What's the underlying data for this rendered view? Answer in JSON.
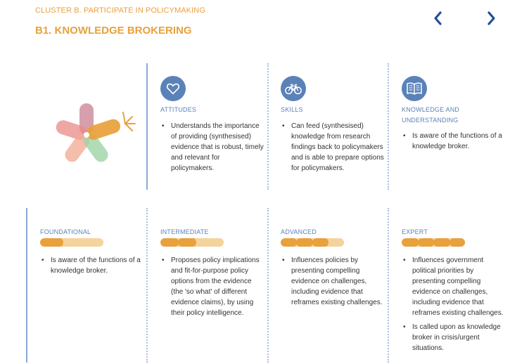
{
  "header": {
    "cluster": "CLUSTER B. PARTICIPATE IN POLICYMAKING",
    "title": "B1. KNOWLEDGE BROKERING"
  },
  "nav": {
    "prev_icon": "chevron-left-icon",
    "next_icon": "chevron-right-icon"
  },
  "colors": {
    "accent": "#e8a13c",
    "blue": "#5b82b8",
    "bar_light": "#f5d39c"
  },
  "categories": [
    {
      "icon": "heart-icon",
      "label": "ATTITUDES",
      "bullets": [
        "Understands the importance of providing (synthesised) evidence that is robust, timely and relevant for policymakers."
      ]
    },
    {
      "icon": "bicycle-icon",
      "label": "SKILLS",
      "bullets": [
        "Can feed (synthesised) knowledge from research findings back to policymakers and is able to prepare options for policymakers."
      ]
    },
    {
      "icon": "book-icon",
      "label": "KNOWLEDGE AND UNDERSTANDING",
      "bullets": [
        "Is aware of the functions of a knowledge broker."
      ]
    }
  ],
  "levels": [
    {
      "label": "FOUNDATIONAL",
      "filled_segments": 1,
      "total_segments": 4,
      "bullets": [
        "Is aware of the functions of a knowledge broker."
      ]
    },
    {
      "label": "INTERMEDIATE",
      "filled_segments": 2,
      "total_segments": 4,
      "bullets": [
        "Proposes policy implications and fit-for-purpose policy options from the evidence (the 'so what' of different evidence claims), by using their policy intelligence."
      ]
    },
    {
      "label": "ADVANCED",
      "filled_segments": 3,
      "total_segments": 4,
      "bullets": [
        "Influences policies by presenting compelling evidence on challenges, including evidence that reframes existing challenges."
      ]
    },
    {
      "label": "EXPERT",
      "filled_segments": 4,
      "total_segments": 4,
      "bullets": [
        "Influences government political priorities by presenting compelling evidence on challenges, including evidence that reframes existing challenges.",
        "Is called upon as knowledge broker in crisis/urgent situations."
      ]
    }
  ]
}
